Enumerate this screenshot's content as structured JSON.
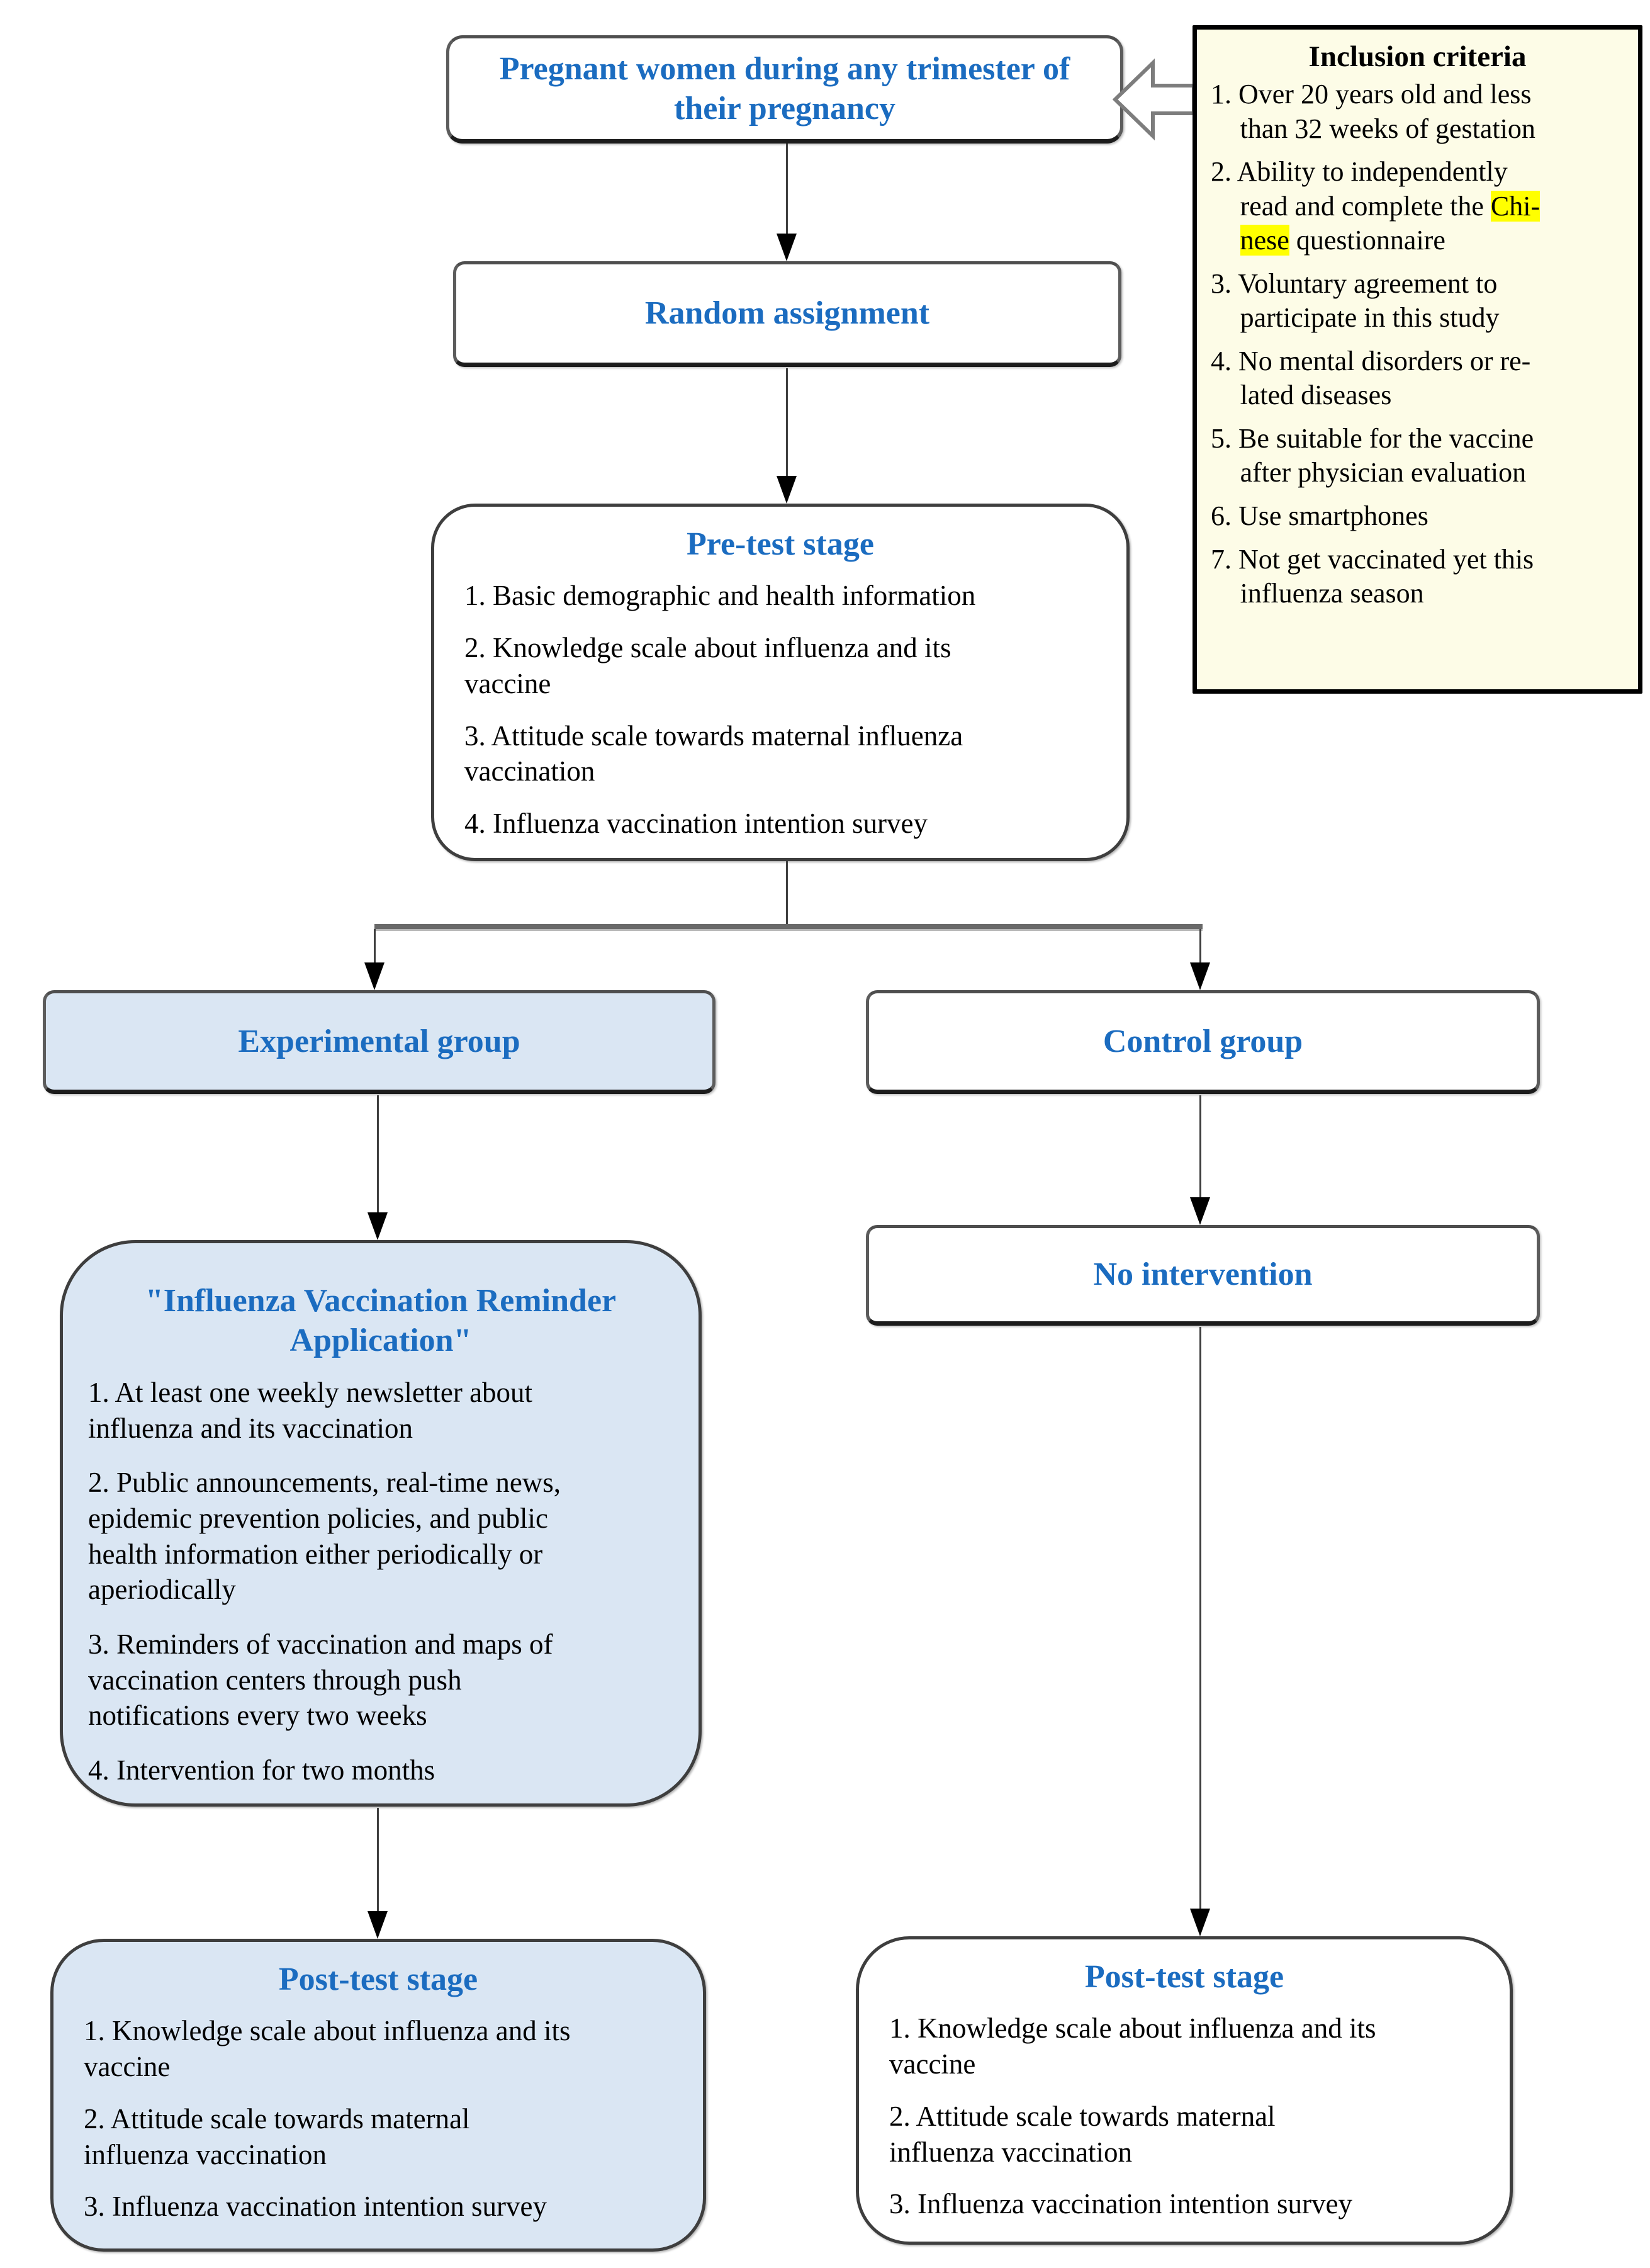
{
  "colors": {
    "accent_blue": "#1b6cc0",
    "experimental_fill": "#dae6f3",
    "inclusion_fill": "#fdfce7",
    "highlight_yellow": "#ffff00",
    "connector_gray": "#3f3f3f"
  },
  "flow": {
    "pregnant": {
      "title": "Pregnant women during any trimester of\ntheir pregnancy"
    },
    "random": {
      "title": "Random assignment"
    },
    "pretest": {
      "title": "Pre-test stage",
      "items": [
        "1. Basic demographic and health information",
        "2. Knowledge scale about influenza and its\nvaccine",
        "3. Attitude scale towards maternal influenza\nvaccination",
        "4. Influenza vaccination intention survey"
      ]
    },
    "experimental": {
      "title": "Experimental group"
    },
    "control": {
      "title": "Control group"
    },
    "intervention": {
      "title": "\"Influenza Vaccination Reminder\nApplication\"",
      "items": [
        "1. At least one weekly newsletter about\ninfluenza and its vaccination",
        "2. Public announcements, real-time news,\nepidemic prevention policies, and public\nhealth information either periodically or\naperiodically",
        "3. Reminders of vaccination and maps of\nvaccination centers through push\nnotifications every two weeks",
        "4. Intervention for two months"
      ]
    },
    "no_intervention": {
      "title": "No intervention"
    },
    "posttest_left": {
      "title": "Post-test stage",
      "items": [
        "1. Knowledge scale about influenza and its\nvaccine",
        "2. Attitude scale towards maternal\ninfluenza vaccination",
        "3. Influenza vaccination intention survey"
      ]
    },
    "posttest_right": {
      "title": "Post-test stage",
      "items": [
        "1. Knowledge scale about influenza and its\nvaccine",
        "2. Attitude scale towards maternal\ninfluenza vaccination",
        "3. Influenza vaccination intention survey"
      ]
    }
  },
  "inclusion": {
    "title": "Inclusion criteria",
    "item1": "1. Over 20 years old and less\nthan 32 weeks of gestation",
    "item2": {
      "pre": "2. Ability to independently\nread and complete the ",
      "highlight1": "Chi-",
      "highlight2": "nese",
      "post": " questionnaire"
    },
    "item3": "3. Voluntary agreement to\nparticipate in this study",
    "item4": "4. No mental disorders or re-\nlated diseases",
    "item5": "5. Be suitable for the vaccine\nafter physician evaluation",
    "item6": "6. Use smartphones",
    "item7": "7. Not get vaccinated yet this\ninfluenza season"
  }
}
